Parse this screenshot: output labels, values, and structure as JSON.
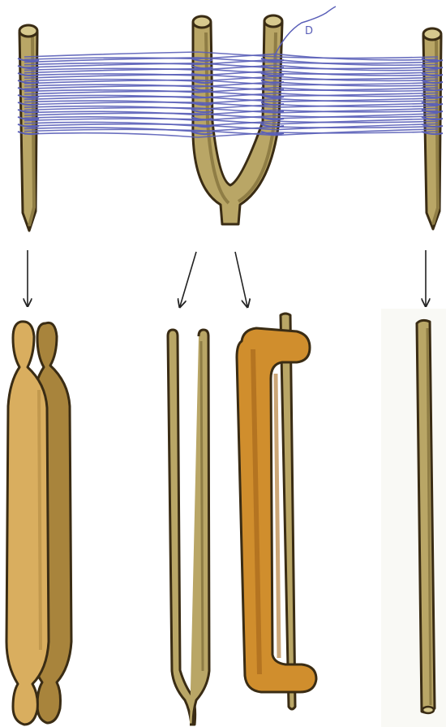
{
  "figure": {
    "description_visible_text": "",
    "warp_label_glyph": "D"
  },
  "colors": {
    "stake": "#b9a666",
    "stake_shadow": "#8f7d45",
    "stake_highlight": "#d7c98e",
    "outline": "#3a2c14",
    "thread": "#5a5fb8",
    "board_light": "#d9ae5f",
    "board_dark": "#a8843c",
    "shed_rod": "#d08e2d",
    "shed_rod_dark": "#a86a1c",
    "arrow": "#222222",
    "background": "#ffffff",
    "panel": "#fbfbf7"
  },
  "parts": {
    "top": [
      "left-stake",
      "forked-stake",
      "right-stake",
      "warp-threads"
    ],
    "bottom": [
      "paired-beam-bars",
      "split-fork-rods",
      "shed-rod-with-heddle-stick",
      "single-rod"
    ]
  }
}
